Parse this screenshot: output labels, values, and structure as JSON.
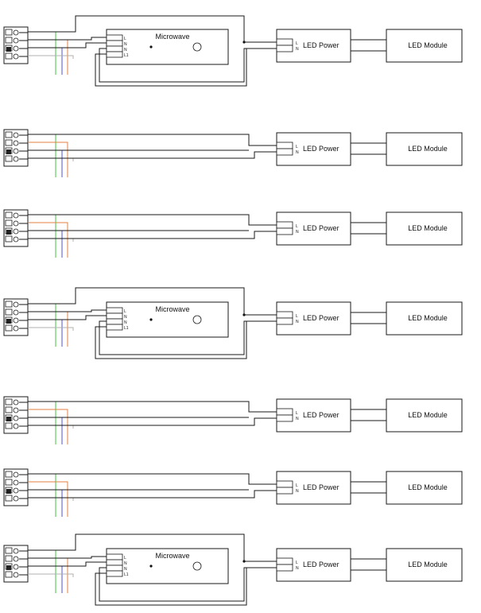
{
  "labels": {
    "microwave": "Microwave",
    "led_power": "LED Power",
    "led_module": "LED Module",
    "terminal_L": "L",
    "terminal_N": "N",
    "sensor_pins": [
      "L",
      "N",
      "N",
      "L1"
    ]
  },
  "colors": {
    "line": "#1a1a1a",
    "green": "#3cc43c",
    "blue": "#5050e0",
    "orange": "#e08040",
    "grey": "#b0b0b0"
  },
  "rows": [
    {
      "has_microwave": true
    },
    {
      "has_microwave": false
    },
    {
      "has_microwave": false
    },
    {
      "has_microwave": true
    },
    {
      "has_microwave": false
    },
    {
      "has_microwave": false
    },
    {
      "has_microwave": true
    }
  ]
}
